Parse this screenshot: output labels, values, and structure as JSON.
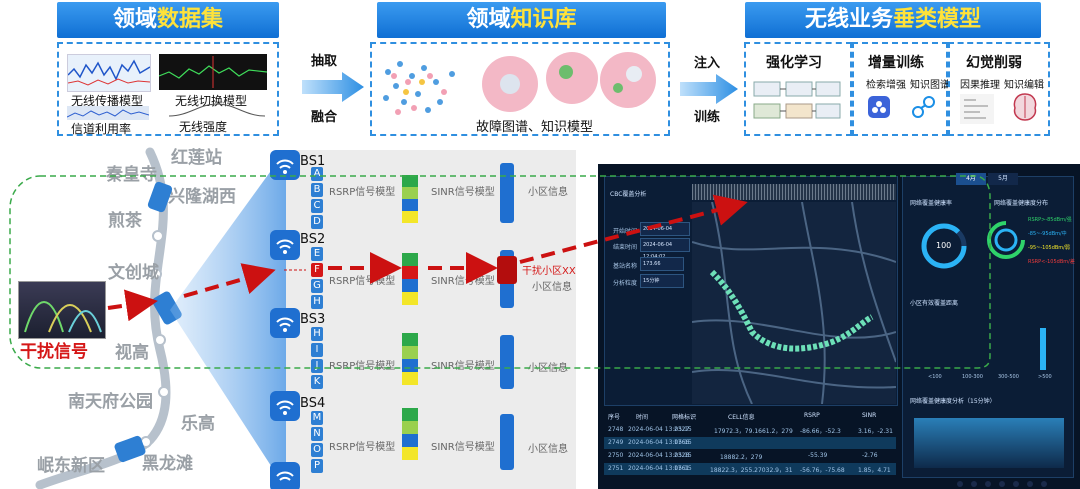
{
  "top": {
    "datasets": {
      "title_prefix": "领域",
      "title_highlight": "数据集",
      "items": [
        "无线传播模型",
        "无线切换模型",
        "信道利用率",
        "无线强度"
      ]
    },
    "knowledge": {
      "title_prefix": "领域",
      "title_highlight": "知识库",
      "caption": "故障图谱、知识模型"
    },
    "models": {
      "title_prefix": "无线业务",
      "title_highlight": "垂类模型",
      "col1": {
        "title": "强化学习"
      },
      "col2": {
        "title": "增量训练",
        "sub1": "检索增强",
        "sub2": "知识图谱"
      },
      "col3": {
        "title": "幻觉削弱",
        "sub1": "因果推理",
        "sub2": "知识编辑"
      }
    },
    "arrows": {
      "a1_top": "抽取",
      "a1_bottom": "融合",
      "a2_top": "注入",
      "a2_bottom": "训练"
    }
  },
  "map": {
    "cities": [
      "红莲站",
      "秦皇寺",
      "兴隆湖西",
      "煎茶",
      "文创城",
      "视高",
      "南天府公园",
      "乐高",
      "岷东新区",
      "黑龙滩"
    ],
    "interference_label": "干扰信号"
  },
  "stations": [
    {
      "name": "BS1",
      "cells": [
        "A",
        "B",
        "C",
        "D"
      ],
      "rsrp": "RSRP信号模型",
      "sinr": "SINR信号模型",
      "cell_info": "小区信息"
    },
    {
      "name": "BS2",
      "cells": [
        "E",
        "F",
        "G",
        "H"
      ],
      "rsrp": "RSRP信号模型",
      "sinr": "SINR信号模型",
      "cell_info": "小区信息",
      "interference": "干扰小区XX"
    },
    {
      "name": "BS3",
      "cells": [
        "H",
        "I",
        "J",
        "K"
      ],
      "rsrp": "RSRP信号模型",
      "sinr": "SINR信号模型",
      "cell_info": "小区信息"
    },
    {
      "name": "BS4",
      "cells": [
        "M",
        "N",
        "O",
        "P"
      ],
      "rsrp": "RSRP信号模型",
      "sinr": "SINR信号模型",
      "cell_info": "小区信息"
    }
  ],
  "dashboard": {
    "panel_title": "CBC覆盖分析",
    "tabs": [
      "4月",
      "5月"
    ],
    "form": [
      {
        "label": "开始时间",
        "value": "2024-06-04 12:04:02"
      },
      {
        "label": "结束时间",
        "value": "2024-06-04 12:04:02"
      },
      {
        "label": "基站名称",
        "value": "173.66"
      },
      {
        "label": "分析粒度",
        "value": "15分钟"
      }
    ],
    "right_titles": [
      "网络覆盖健康率",
      "网络覆盖健康度分布",
      "小区有效覆盖距离",
      "网络覆盖健康度分析（15分钟）"
    ],
    "gauge_value": "100",
    "legend": [
      "RSRP>-85dBm/强",
      "-85~-95dBm/中",
      "-95~-105dBm/弱",
      "RSRP<-105dBm/差"
    ],
    "bar_labels": [
      "<100",
      "100-300",
      "300-500",
      ">500"
    ],
    "table_header": [
      "序号",
      "时间",
      "网格标识",
      "CELL信息",
      "RSRP",
      "SINR"
    ],
    "table_rows": [
      [
        "2748",
        "2024-06-04 13:05:15",
        "2327",
        "17972.3，79.1661.2，279",
        "-86.66，-52.3",
        "3.16，-2.31"
      ],
      [
        "2749",
        "2024-06-04 13:05:15",
        "1766",
        "",
        "",
        ""
      ],
      [
        "2750",
        "2024-06-04 13:05:15",
        "2328",
        "18882.2，279",
        "-55.39",
        "-2.76"
      ],
      [
        "2751",
        "2024-06-04 13:05:15",
        "1761",
        "18822.3，255.27032.9，31",
        "-56.76，-75.68",
        "1.85，4.71"
      ]
    ]
  },
  "colors": {
    "header_blue": "#1a7fe0",
    "highlight": "#ffe23a",
    "arrow_red": "#cc1111",
    "cell_blue": "#2e7fd3",
    "dash_green": "#3aaa4a"
  }
}
